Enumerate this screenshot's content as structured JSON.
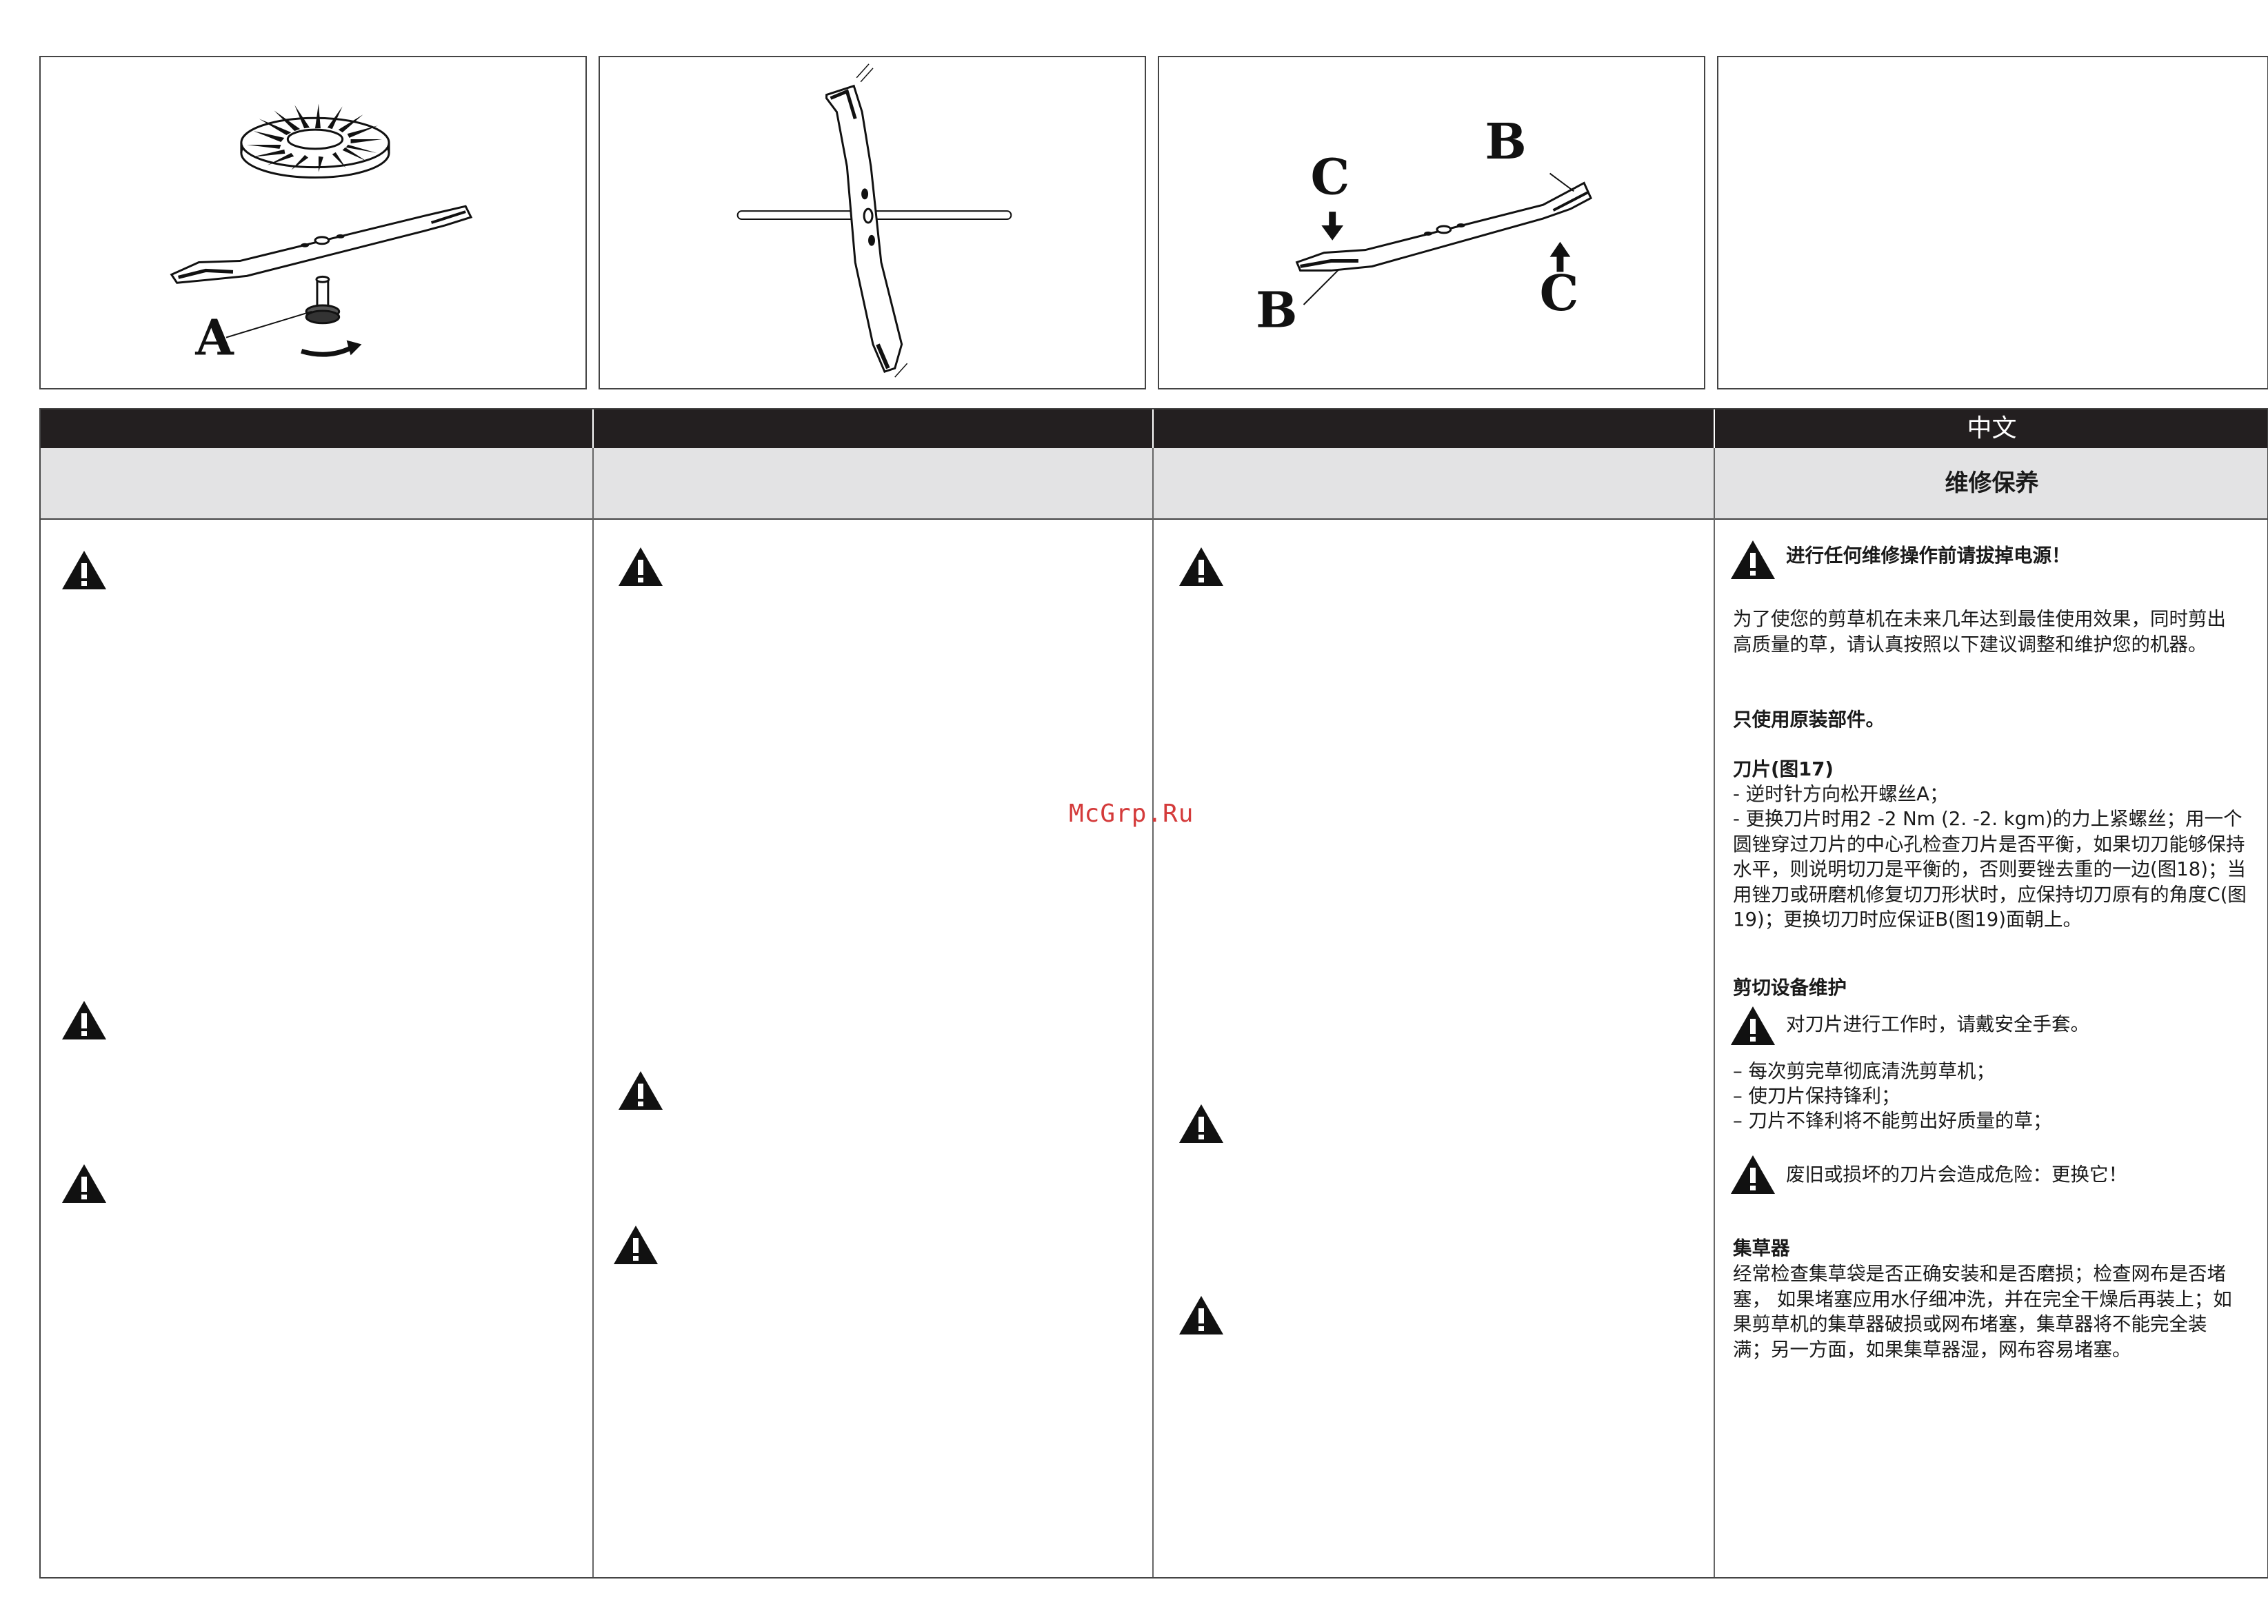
{
  "figures": [
    {
      "id": "fig17",
      "labels": {
        "a": "A"
      }
    },
    {
      "id": "fig18"
    },
    {
      "id": "fig19",
      "labels": {
        "b1": "B",
        "b2": "B",
        "c1": "C",
        "c2": "C"
      }
    },
    {
      "id": "fig-empty"
    }
  ],
  "header": {
    "languages": [
      "",
      "",
      "",
      "中文"
    ],
    "sections": [
      "",
      "",
      "",
      "维修保养"
    ]
  },
  "watermark": "McGrp.Ru",
  "col4": {
    "warning_title": "进行任何维修操作前请拔掉电源！",
    "intro": "为了使您的剪草机在未来几年达到最佳使用效果，同时剪出高质量的草，请认真按照以下建议调整和维护您的机器。",
    "original_parts": "只使用原装部件。",
    "blade_title": "刀片(图17)",
    "blade_lines": [
      "- 逆时针方向松开螺丝A；",
      "- 更换刀片时用2 -2 Nm (2. -2. kgm)的力上紧螺丝；用一个圆锉穿过刀片的中心孔检查刀片是否平衡，如果切刀能够保持水平，则说明切刀是平衡的，否则要锉去重的一边(图18)；当用锉刀或研磨机修复切刀形状时，应保持切刀原有的角度C(图19)；更换切刀时应保证B(图19)面朝上。"
    ],
    "cutting_title": "剪切设备维护",
    "gloves_warning": "对刀片进行工作时，请戴安全手套。",
    "cutting_lines": [
      "– 每次剪完草彻底清洗剪草机；",
      "– 使刀片保持锋利；",
      "– 刀片不锋利将不能剪出好质量的草；"
    ],
    "damaged_warning": "废旧或损坏的刀片会造成危险：更换它！",
    "collector_title": "集草器",
    "collector_text": "经常检查集草袋是否正确安装和是否磨损；检查网布是否堵塞， 如果堵塞应用水仔细冲洗，并在完全干燥后再装上；如果剪草机的集草器破损或网布堵塞，集草器将不能完全装满；另一方面，如果集草器湿，网布容易堵塞。"
  }
}
